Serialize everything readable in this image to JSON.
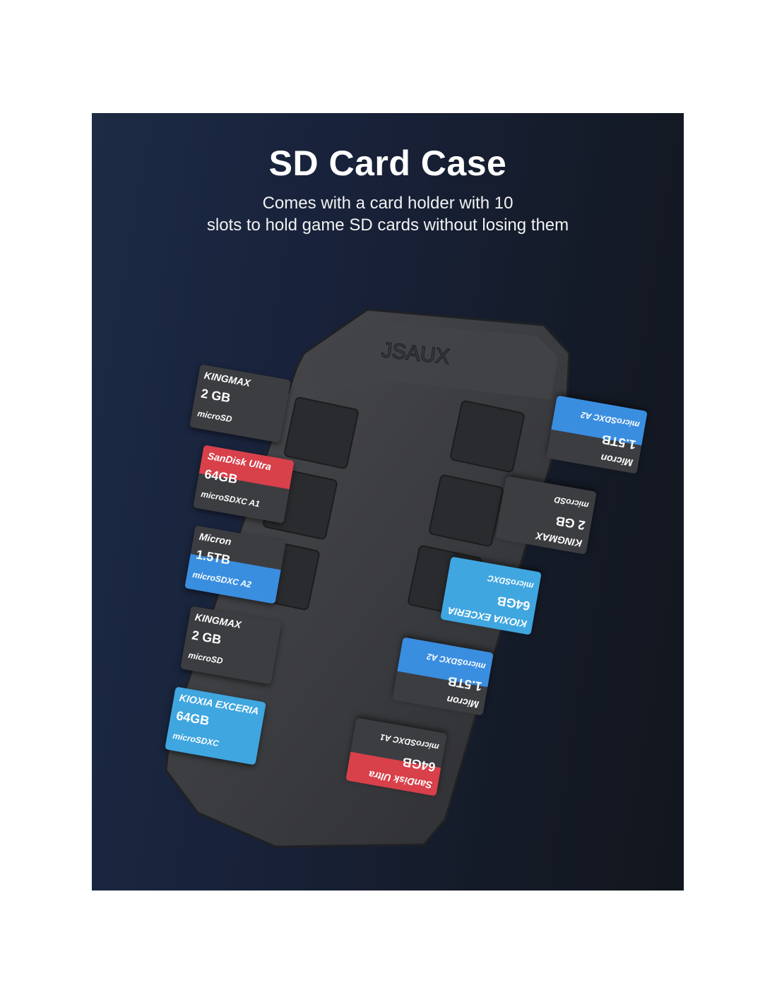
{
  "title": "SD Card Case",
  "subtitle_lines": [
    "Comes with a card holder with 10",
    "slots to hold game SD cards without losing them"
  ],
  "case_logo": "JSAUX",
  "colors": {
    "background_dark": "#1a2438",
    "case": "#3a3b3e",
    "sandisk_red": "#d8404a",
    "micron_blue": "#3a8ee0",
    "kioxia_blue": "#3fa6e0"
  },
  "cards": [
    {
      "brand": "KINGMAX",
      "capacity": "2 GB",
      "type": "microSD",
      "color": "grey"
    },
    {
      "brand": "SanDisk Ultra",
      "capacity": "64GB",
      "type": "microSDXC A1",
      "color": "red"
    },
    {
      "brand": "Micron",
      "capacity": "1.5TB",
      "type": "microSDXC A2",
      "color": "blue"
    },
    {
      "brand": "KINGMAX",
      "capacity": "2 GB",
      "type": "microSD",
      "color": "grey"
    },
    {
      "brand": "KIOXIA EXCERIA",
      "capacity": "64GB",
      "type": "microSDXC",
      "color": "lblue"
    },
    {
      "brand": "Micron",
      "capacity": "1.5TB",
      "type": "microSDXC A2",
      "color": "blue"
    },
    {
      "brand": "KINGMAX",
      "capacity": "2 GB",
      "type": "microSD",
      "color": "grey"
    },
    {
      "brand": "KIOXIA EXCERIA",
      "capacity": "64GB",
      "type": "microSDXC",
      "color": "lblue"
    },
    {
      "brand": "Micron",
      "capacity": "1.5TB",
      "type": "microSDXC A2",
      "color": "blue"
    },
    {
      "brand": "SanDisk Ultra",
      "capacity": "64GB",
      "type": "microSDXC A1",
      "color": "red"
    }
  ]
}
